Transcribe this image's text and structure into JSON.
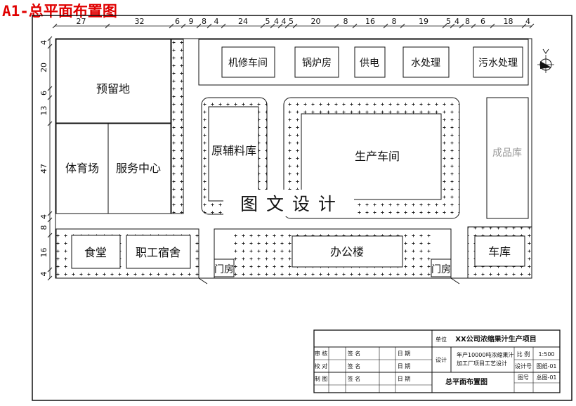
{
  "sheet_title": "A1-总平面布置图",
  "top_dimensions": [
    "27",
    "32",
    "6",
    "9",
    "8",
    "4",
    "24",
    "5",
    "4",
    "4",
    "5",
    "20",
    "8",
    "16",
    "8",
    "19",
    "5",
    "4",
    "8",
    "6",
    "18",
    "4"
  ],
  "left_dimensions": [
    "4",
    "20",
    "6",
    "13",
    "47",
    "4",
    "8",
    "16",
    "4"
  ],
  "buildings": {
    "reserved_land": "预留地",
    "gymnasium": "体育场",
    "service_center": "服务中心",
    "repair_workshop": "机修车间",
    "boiler_room": "锅炉房",
    "power_supply": "供电",
    "water_treatment": "水处理",
    "sewage_treatment": "污水处理",
    "raw_material_store": "原辅料库",
    "production_workshop": "生产车间",
    "finished_goods_store": "成品库",
    "canteen": "食堂",
    "staff_dormitory": "职工宿舍",
    "office_building": "办公楼",
    "garage": "车库",
    "gate_house_left": "门房",
    "gate_house_right": "门房"
  },
  "watermark": "图 文 设 计",
  "title_block": {
    "project": "XX公司浓缩果汁生产项目",
    "drawing_name": "总平面布置图",
    "design_desc_1": "年产10000吨浓缩果汁",
    "design_desc_2": "加工厂项目工艺设计",
    "row_label_a": "单位",
    "row_label_b": "设计",
    "scale_label": "比 例",
    "scale_value": "1:500",
    "design_no_label": "设计号",
    "design_no_value": "图纸-01",
    "drawing_no_label": "图号",
    "drawing_no_value": "总图-01",
    "left_rows": [
      "审 核",
      "校 对",
      "制 图"
    ],
    "left_cols": [
      "签 名",
      "日 期"
    ]
  },
  "colors": {
    "title_red": "#e00000",
    "line": "#111111",
    "muted_text": "#999999"
  }
}
